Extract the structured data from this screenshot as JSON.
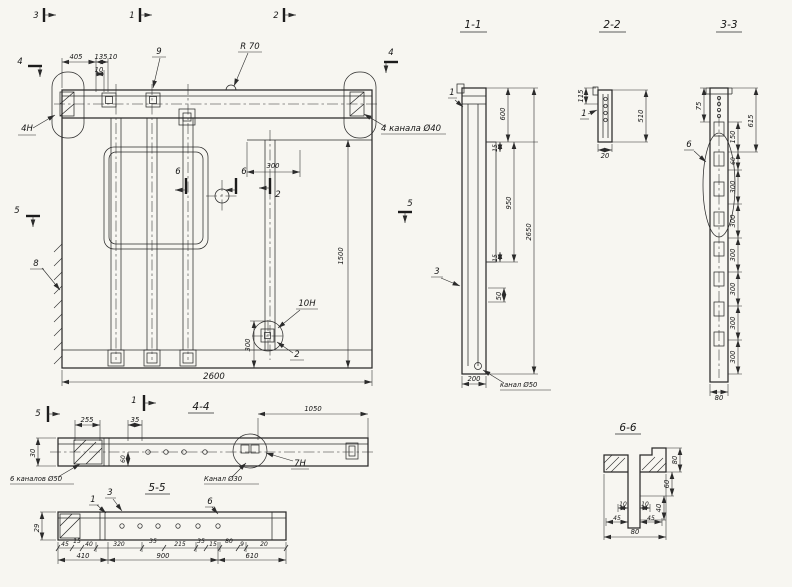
{
  "palette": {
    "paper": "#f7f6f1",
    "ink": "#2b2b2b",
    "text": "#161616"
  },
  "top_markers": {
    "m3": "3",
    "m1": "1",
    "m2": "2"
  },
  "titles": {
    "s11": "1-1",
    "s22": "2-2",
    "s33": "3-3",
    "s44": "4-4",
    "s55": "5-5",
    "s66": "6-6"
  },
  "main": {
    "m4l": "4",
    "m4r": "4",
    "m5l": "5",
    "m5r": "5",
    "m6a": "6",
    "m6b": "6",
    "m2": "2",
    "d405": "405",
    "d135": "135",
    "d10a": "10",
    "d10b": "10",
    "r70": "R 70",
    "l9": "9",
    "l4n": "4Н",
    "lch": "4 канала Ø40",
    "d300h": "300",
    "d1500": "1500",
    "d300v": "300",
    "d2600": "2600",
    "l8": "8",
    "l10n": "10Н",
    "l2": "2"
  },
  "s11": {
    "l1": "1",
    "d600": "600",
    "d15a": "15",
    "d950": "950",
    "d2650": "2650",
    "d15b": "15",
    "d50": "50",
    "l3": "3",
    "d200": "200",
    "lk": "канал Ø50"
  },
  "s22": {
    "d115": "115",
    "l1": "1",
    "d510": "510",
    "d20": "20"
  },
  "s33": {
    "d75": "75",
    "d615": "615",
    "l6": "6",
    "d150": "150",
    "d60": "60",
    "d300": [
      "300",
      "300",
      "300",
      "300",
      "300",
      "300"
    ],
    "d80": "80"
  },
  "s44": {
    "m5": "5",
    "m1": "1",
    "d1050": "1050",
    "d255": "255",
    "d35": "35",
    "d30": "30",
    "d60": "60",
    "lch": "6 каналов Ø50",
    "lk": "Канал Ø30",
    "l7n": "7Н"
  },
  "s55": {
    "l3": "3",
    "l1": "1",
    "l6": "6",
    "d29": "29",
    "row1": [
      "45",
      "15",
      "40",
      "320",
      "35",
      "215",
      "35",
      "15",
      "80",
      "9",
      "20"
    ],
    "row2": [
      "410",
      "900",
      "610"
    ]
  },
  "s66": {
    "d80r": "80",
    "d60": "60",
    "d40": "40",
    "d10a": "10",
    "d10b": "10",
    "d45a": "45",
    "d45b": "45",
    "d80b": "80"
  }
}
